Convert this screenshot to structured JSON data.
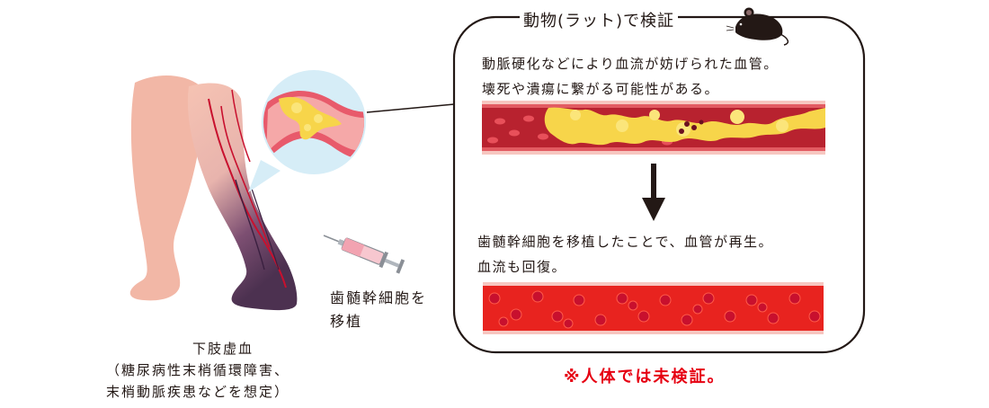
{
  "panel": {
    "title": "動物(ラット)で検証",
    "before_line1": "動脈硬化などにより血流が妨げられた血管。",
    "before_line2": "壊死や潰瘍に繋がる可能性がある。",
    "after_line1": "歯髄幹細胞を移植したことで、血管が再生。",
    "after_line2": "血流も回復。"
  },
  "warning": "※人体では未検証。",
  "injection": {
    "line1": "歯髄幹細胞を",
    "line2": "移植"
  },
  "condition": {
    "line1": "下肢虚血",
    "line2": "（糖尿病性末梢循環障害、",
    "line3": "末梢動脈疾患などを想定）"
  },
  "colors": {
    "skin": "#f4b9a8",
    "skin_dark": "#5a3a5e",
    "vessel": "#c8102e",
    "plaque": "#f7d54a",
    "warning": "#e60012",
    "blood_bg": "#e8231f"
  }
}
